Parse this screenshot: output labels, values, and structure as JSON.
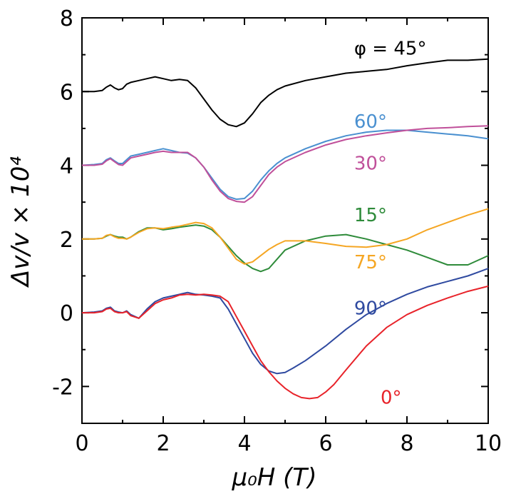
{
  "chart_data": {
    "type": "line",
    "xlabel": "μ₀H (T)",
    "ylabel": "Δv/v × 10⁴",
    "xlim": [
      0,
      10
    ],
    "ylim": [
      -3,
      8
    ],
    "xticks": [
      "0",
      "2",
      "4",
      "6",
      "8",
      "10"
    ],
    "yticks": [
      "8",
      "6",
      "4",
      "2",
      "0",
      "-2"
    ],
    "grid": false,
    "legend": "none",
    "series": [
      {
        "name": "φ = 45°",
        "color": "#000000",
        "x": [
          0,
          0.3,
          0.5,
          0.6,
          0.7,
          0.8,
          0.9,
          1.0,
          1.1,
          1.2,
          1.4,
          1.6,
          1.8,
          2.0,
          2.2,
          2.4,
          2.6,
          2.8,
          3.0,
          3.2,
          3.4,
          3.6,
          3.8,
          4.0,
          4.2,
          4.4,
          4.6,
          4.8,
          5.0,
          5.5,
          6.0,
          6.5,
          7.0,
          7.5,
          8.0,
          8.5,
          9.0,
          9.5,
          10.0
        ],
        "y": [
          6.0,
          6.0,
          6.03,
          6.12,
          6.18,
          6.1,
          6.05,
          6.08,
          6.2,
          6.25,
          6.3,
          6.35,
          6.4,
          6.35,
          6.3,
          6.33,
          6.3,
          6.1,
          5.8,
          5.5,
          5.25,
          5.1,
          5.05,
          5.15,
          5.4,
          5.7,
          5.9,
          6.05,
          6.15,
          6.3,
          6.4,
          6.5,
          6.55,
          6.6,
          6.7,
          6.78,
          6.85,
          6.85,
          6.88
        ]
      },
      {
        "name": "60°",
        "color": "#4a90d0",
        "x": [
          0,
          0.3,
          0.5,
          0.6,
          0.7,
          0.8,
          0.9,
          1.0,
          1.1,
          1.2,
          1.4,
          1.6,
          1.8,
          2.0,
          2.2,
          2.4,
          2.6,
          2.8,
          3.0,
          3.2,
          3.4,
          3.6,
          3.8,
          4.0,
          4.2,
          4.4,
          4.6,
          4.8,
          5.0,
          5.5,
          6.0,
          6.5,
          7.0,
          7.5,
          8.0,
          8.5,
          9.0,
          9.5,
          10.0
        ],
        "y": [
          4.0,
          4.02,
          4.05,
          4.15,
          4.2,
          4.12,
          4.05,
          4.05,
          4.15,
          4.25,
          4.3,
          4.35,
          4.4,
          4.45,
          4.4,
          4.35,
          4.33,
          4.2,
          3.95,
          3.65,
          3.35,
          3.15,
          3.08,
          3.1,
          3.3,
          3.6,
          3.85,
          4.05,
          4.2,
          4.45,
          4.65,
          4.8,
          4.9,
          4.95,
          4.95,
          4.9,
          4.85,
          4.8,
          4.72
        ]
      },
      {
        "name": "30°",
        "color": "#c0509a",
        "x": [
          0,
          0.3,
          0.5,
          0.6,
          0.7,
          0.8,
          0.9,
          1.0,
          1.1,
          1.2,
          1.4,
          1.6,
          1.8,
          2.0,
          2.2,
          2.4,
          2.6,
          2.8,
          3.0,
          3.2,
          3.4,
          3.6,
          3.8,
          4.0,
          4.2,
          4.4,
          4.6,
          4.8,
          5.0,
          5.5,
          6.0,
          6.5,
          7.0,
          7.5,
          8.0,
          8.5,
          9.0,
          9.5,
          10.0
        ],
        "y": [
          4.0,
          4.0,
          4.03,
          4.12,
          4.18,
          4.1,
          4.02,
          4.0,
          4.1,
          4.2,
          4.25,
          4.3,
          4.35,
          4.38,
          4.35,
          4.35,
          4.35,
          4.2,
          3.95,
          3.6,
          3.3,
          3.1,
          3.02,
          3.0,
          3.15,
          3.45,
          3.75,
          3.95,
          4.1,
          4.35,
          4.55,
          4.7,
          4.8,
          4.88,
          4.95,
          5.0,
          5.02,
          5.05,
          5.07
        ]
      },
      {
        "name": "15°",
        "color": "#2e8b3a",
        "x": [
          0,
          0.3,
          0.5,
          0.6,
          0.7,
          0.8,
          0.9,
          1.0,
          1.1,
          1.2,
          1.4,
          1.6,
          1.8,
          2.0,
          2.2,
          2.4,
          2.6,
          2.8,
          3.0,
          3.2,
          3.4,
          3.6,
          3.8,
          4.0,
          4.2,
          4.4,
          4.6,
          4.8,
          5.0,
          5.5,
          6.0,
          6.5,
          7.0,
          7.5,
          8.0,
          8.5,
          9.0,
          9.5,
          10.0
        ],
        "y": [
          2.0,
          2.0,
          2.02,
          2.08,
          2.12,
          2.08,
          2.05,
          2.05,
          2.0,
          2.05,
          2.2,
          2.3,
          2.3,
          2.25,
          2.28,
          2.32,
          2.35,
          2.38,
          2.35,
          2.25,
          2.05,
          1.8,
          1.55,
          1.35,
          1.2,
          1.12,
          1.2,
          1.45,
          1.7,
          1.95,
          2.08,
          2.12,
          2.0,
          1.85,
          1.7,
          1.5,
          1.3,
          1.3,
          1.55
        ]
      },
      {
        "name": "75°",
        "color": "#f5a623",
        "x": [
          0,
          0.3,
          0.5,
          0.6,
          0.7,
          0.8,
          0.9,
          1.0,
          1.1,
          1.2,
          1.4,
          1.6,
          1.8,
          2.0,
          2.2,
          2.4,
          2.6,
          2.8,
          3.0,
          3.2,
          3.4,
          3.6,
          3.8,
          4.0,
          4.2,
          4.4,
          4.6,
          4.8,
          5.0,
          5.5,
          6.0,
          6.5,
          7.0,
          7.5,
          8.0,
          8.5,
          9.0,
          9.5,
          10.0
        ],
        "y": [
          2.0,
          2.0,
          2.02,
          2.1,
          2.12,
          2.06,
          2.02,
          2.02,
          2.0,
          2.05,
          2.18,
          2.28,
          2.3,
          2.28,
          2.32,
          2.35,
          2.4,
          2.45,
          2.42,
          2.3,
          2.05,
          1.75,
          1.45,
          1.32,
          1.38,
          1.55,
          1.72,
          1.85,
          1.95,
          1.95,
          1.88,
          1.8,
          1.78,
          1.85,
          2.0,
          2.25,
          2.45,
          2.65,
          2.82
        ]
      },
      {
        "name": "90°",
        "color": "#2f4aa0",
        "x": [
          0,
          0.3,
          0.5,
          0.6,
          0.7,
          0.8,
          0.9,
          1.0,
          1.1,
          1.2,
          1.4,
          1.6,
          1.8,
          2.0,
          2.2,
          2.4,
          2.6,
          2.8,
          3.0,
          3.2,
          3.4,
          3.6,
          3.8,
          4.0,
          4.2,
          4.4,
          4.6,
          4.8,
          5.0,
          5.2,
          5.5,
          6.0,
          6.5,
          7.0,
          7.5,
          8.0,
          8.5,
          9.0,
          9.5,
          10.0
        ],
        "y": [
          0.0,
          0.02,
          0.05,
          0.12,
          0.15,
          0.05,
          0.02,
          0.0,
          0.05,
          -0.05,
          -0.15,
          0.1,
          0.3,
          0.4,
          0.45,
          0.5,
          0.55,
          0.5,
          0.48,
          0.45,
          0.4,
          0.1,
          -0.3,
          -0.7,
          -1.1,
          -1.4,
          -1.58,
          -1.65,
          -1.62,
          -1.5,
          -1.3,
          -0.9,
          -0.45,
          -0.05,
          0.25,
          0.5,
          0.7,
          0.85,
          1.0,
          1.2
        ]
      },
      {
        "name": "0°",
        "color": "#e8232a",
        "x": [
          0,
          0.3,
          0.5,
          0.6,
          0.7,
          0.8,
          0.9,
          1.0,
          1.1,
          1.2,
          1.4,
          1.6,
          1.8,
          2.0,
          2.2,
          2.4,
          2.6,
          2.8,
          3.0,
          3.2,
          3.4,
          3.6,
          3.8,
          4.0,
          4.2,
          4.4,
          4.6,
          4.8,
          5.0,
          5.2,
          5.4,
          5.6,
          5.8,
          6.0,
          6.2,
          6.5,
          7.0,
          7.5,
          8.0,
          8.5,
          9.0,
          9.5,
          10.0
        ],
        "y": [
          0.0,
          0.0,
          0.03,
          0.1,
          0.12,
          0.03,
          0.0,
          0.0,
          0.03,
          -0.08,
          -0.15,
          0.05,
          0.25,
          0.35,
          0.4,
          0.48,
          0.5,
          0.48,
          0.5,
          0.48,
          0.45,
          0.3,
          -0.1,
          -0.5,
          -0.9,
          -1.3,
          -1.6,
          -1.85,
          -2.05,
          -2.2,
          -2.3,
          -2.33,
          -2.3,
          -2.15,
          -1.95,
          -1.55,
          -0.9,
          -0.4,
          -0.05,
          0.2,
          0.4,
          0.58,
          0.72
        ]
      }
    ],
    "annotations": [
      {
        "text": "φ = 45°",
        "color": "#000000",
        "x": 6.7,
        "y": 7.0
      },
      {
        "text": "60°",
        "color": "#4a90d0",
        "x": 6.7,
        "y": 5.02
      },
      {
        "text": "30°",
        "color": "#c0509a",
        "x": 6.7,
        "y": 3.88
      },
      {
        "text": "15°",
        "color": "#2e8b3a",
        "x": 6.7,
        "y": 2.48
      },
      {
        "text": "75°",
        "color": "#f5a623",
        "x": 6.7,
        "y": 1.2
      },
      {
        "text": "90°",
        "color": "#2f4aa0",
        "x": 6.7,
        "y": -0.05
      },
      {
        "text": "0°",
        "color": "#e8232a",
        "x": 7.35,
        "y": -2.47
      }
    ]
  }
}
